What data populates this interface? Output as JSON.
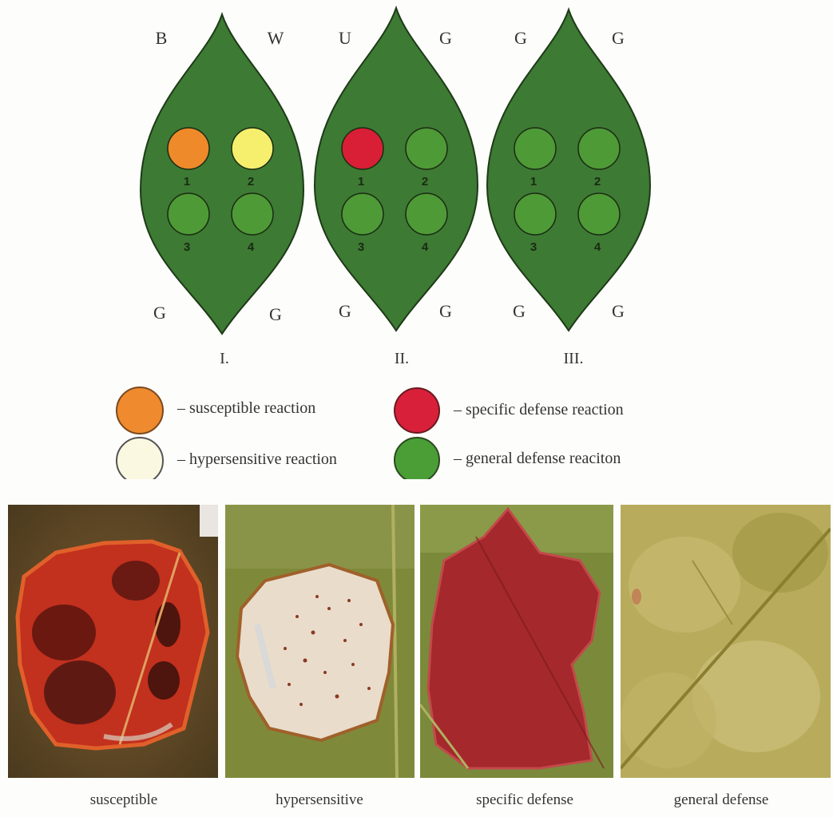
{
  "leaves": [
    {
      "roman": "I.",
      "corners": {
        "top_left": "B",
        "top_right": "W",
        "bottom_left": "G",
        "bottom_right": "G"
      },
      "spots": [
        {
          "number": "1",
          "reaction": "susceptible"
        },
        {
          "number": "2",
          "reaction": "hypersensitive"
        },
        {
          "number": "3",
          "reaction": "general"
        },
        {
          "number": "4",
          "reaction": "general"
        }
      ]
    },
    {
      "roman": "II.",
      "corners": {
        "top_left": "U",
        "top_right": "G",
        "bottom_left": "G",
        "bottom_right": "G"
      },
      "spots": [
        {
          "number": "1",
          "reaction": "specific"
        },
        {
          "number": "2",
          "reaction": "general"
        },
        {
          "number": "3",
          "reaction": "general"
        },
        {
          "number": "4",
          "reaction": "general"
        }
      ]
    },
    {
      "roman": "III.",
      "corners": {
        "top_left": "G",
        "top_right": "G",
        "bottom_left": "G",
        "bottom_right": "G"
      },
      "spots": [
        {
          "number": "1",
          "reaction": "general"
        },
        {
          "number": "2",
          "reaction": "general"
        },
        {
          "number": "3",
          "reaction": "general"
        },
        {
          "number": "4",
          "reaction": "general"
        }
      ]
    }
  ],
  "legend": [
    {
      "key": "susceptible",
      "text": "– susceptible reaction",
      "color": "#ef8a2e"
    },
    {
      "key": "specific",
      "text": "– specific defense reaction",
      "color": "#d8203a"
    },
    {
      "key": "hypersensitive",
      "text": "– hypersensitive reaction",
      "color": "#fbf8e2"
    },
    {
      "key": "general",
      "text": "– general defense reaciton",
      "color": "#4a9e35"
    }
  ],
  "spot_colors": {
    "susceptible": "#ee8a2a",
    "hypersensitive": "#f6ef6e",
    "specific": "#d91f35",
    "general": "#4e9a36"
  },
  "leaf_color": "#3d7a33",
  "photos": [
    {
      "caption": "susceptible"
    },
    {
      "caption": "hypersensitive"
    },
    {
      "caption": "specific defense"
    },
    {
      "caption": "general defense"
    }
  ]
}
